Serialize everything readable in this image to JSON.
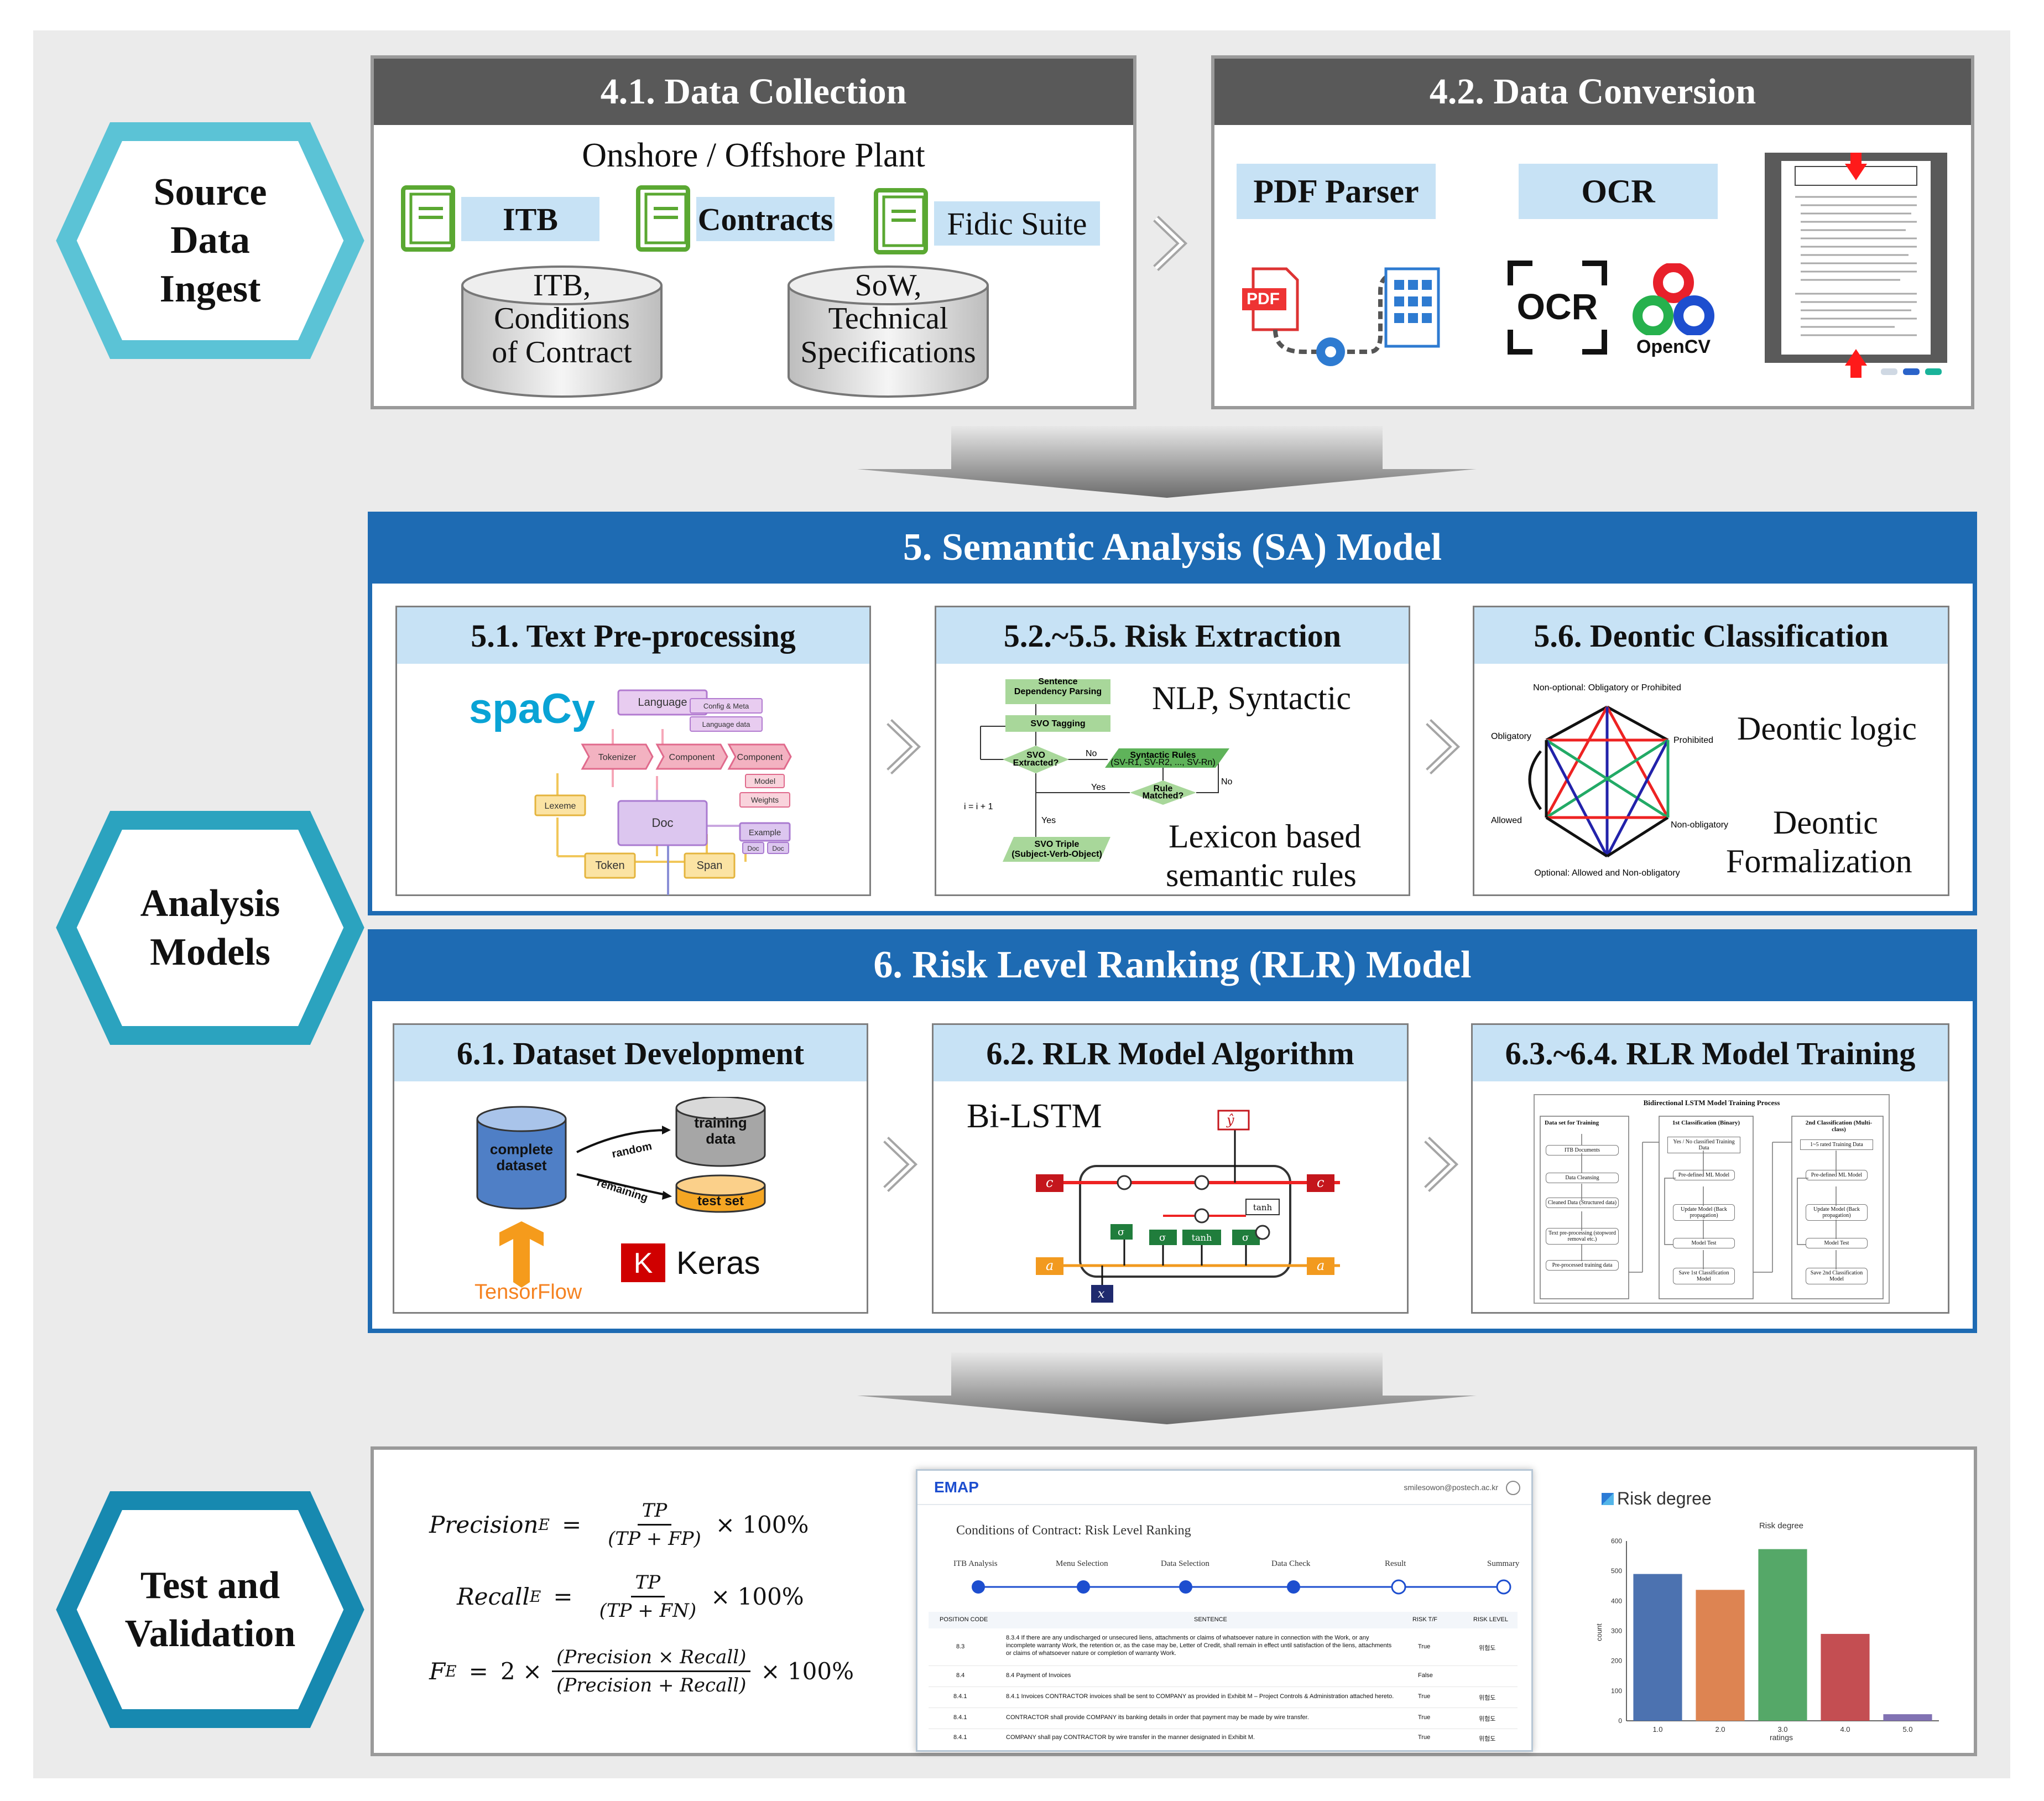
{
  "stages": [
    {
      "label": "Source\nData\nIngest",
      "color": "#5bc3d6"
    },
    {
      "label": "Analysis\nModels",
      "color": "#2ba3bf"
    },
    {
      "label": "Test and\nValidation",
      "color": "#1789b0"
    }
  ],
  "collection": {
    "title": "4.1. Data Collection",
    "subtitle": "Onshore / Offshore Plant",
    "books": [
      "ITB",
      "Contracts",
      "Fidic Suite"
    ],
    "cylinders": [
      "ITB,\nConditions\nof Contract",
      "SoW,\nTechnical\nSpecifications"
    ]
  },
  "conversion": {
    "title": "4.2. Data Conversion",
    "pdf_parser": "PDF Parser",
    "ocr": "OCR",
    "pdf_badge": "PDF",
    "ocr_logo": "OCR",
    "opencv_logo": "OpenCV"
  },
  "sa": {
    "title": "5. Semantic Analysis (SA) Model",
    "pre": {
      "title": "5.1. Text Pre-processing",
      "logo": "spaCy",
      "nodes": {
        "language": "Language",
        "config": "Config & Meta",
        "langdata": "Language data",
        "tokenizer": "Tokenizer",
        "component1": "Component",
        "component2": "Component",
        "model": "Model",
        "weights": "Weights",
        "lexeme": "Lexeme",
        "doc": "Doc",
        "example": "Example",
        "doc_a": "Doc",
        "doc_b": "Doc",
        "token": "Token",
        "span": "Span"
      }
    },
    "risk": {
      "title": "5.2.~5.5. Risk Extraction",
      "text1": "NLP, Syntactic",
      "text2": "Lexicon based",
      "text3": "semantic rules",
      "flow": {
        "dep": "Sentence\nDependency Parsing",
        "svo": "SVO Tagging",
        "extracted": "SVO\nExtracted?",
        "rules": "Syntactic Rules",
        "rules_sub": "(SV-R1, SV-R2, ..., SV-Rn)",
        "matched": "Rule\nMatched?",
        "triple": "SVO Triple\n(Subject-Verb-Object)",
        "no1": "No",
        "no2": "No",
        "yes1": "Yes",
        "yes2": "Yes",
        "loop": "i = i + 1"
      }
    },
    "deontic": {
      "title": "5.6. Deontic Classification",
      "text1": "Deontic logic",
      "text2": "Deontic",
      "text3": "Formalization",
      "nodes": {
        "top": "Non-optional: Obligatory or Prohibited",
        "obligatory": "Obligatory",
        "prohibited": "Prohibited",
        "allowed": "Allowed",
        "nonobligatory": "Non-obligatory",
        "bottom": "Optional: Allowed and Non-obligatory"
      }
    }
  },
  "rlr": {
    "title": "6. Risk Level Ranking (RLR) Model",
    "dataset": {
      "title": "6.1. Dataset Development",
      "complete": "complete\ndataset",
      "training": "training\ndata",
      "test": "test set",
      "random": "random",
      "remaining": "remaining",
      "tensorflow": "TensorFlow",
      "keras": "Keras",
      "keras_k": "K"
    },
    "algorithm": {
      "title": "6.2. RLR Model Algorithm",
      "text": "Bi-LSTM",
      "symbols": {
        "c": "c",
        "a": "a",
        "x": "x",
        "y": "ŷ",
        "tanh": "tanh",
        "sigma": "σ"
      }
    },
    "training": {
      "title": "6.3.~6.4. RLR Model Training",
      "diagram_title": "Bidirectional LSTM Model Training Process",
      "col1": {
        "head": "Data set for Training",
        "steps": [
          "ITB Documents",
          "Data Cleansing",
          "Cleaned Data (Structured data)",
          "Text pre-processing (stopword removal etc.)",
          "Pre-processed training data"
        ]
      },
      "col2": {
        "head": "1st Classification (Binary)",
        "steps": [
          "Yes / No classified Training Data",
          "Pre-defined ML Model",
          "Update Model (Back propagation)",
          "Model Test",
          "Save 1st Classification Model"
        ]
      },
      "col3": {
        "head": "2nd Classification (Multi-class)",
        "steps": [
          "1~5 rated Training Data",
          "Pre-defined ML Model",
          "Update Model (Back propagation)",
          "Model Test",
          "Save 2nd Classification Model"
        ]
      }
    }
  },
  "validation": {
    "precision": {
      "lhs": "Precision",
      "sub": "E",
      "num": "TP",
      "den": "(TP + FP)",
      "mult": "× 100%"
    },
    "recall": {
      "lhs": "Recall",
      "sub": "E",
      "num": "TP",
      "den": "(TP + FN)",
      "mult": "× 100%"
    },
    "f": {
      "lhs": "F",
      "sub": "E",
      "coef": "2 ×",
      "num": "(Precision × Recall)",
      "den": "(Precision + Recall)",
      "mult": "× 100%"
    },
    "app": {
      "logo": "EMAP",
      "user": "smilesowon@postech.ac.kr",
      "title": "Conditions of Contract: Risk Level Ranking",
      "steps": [
        "ITB Analysis",
        "Menu Selection",
        "Data Selection",
        "Data Check",
        "Result",
        "Summary"
      ],
      "columns": [
        "POSITION CODE",
        "SENTENCE",
        "RISK T/F",
        "RISK LEVEL"
      ],
      "rows": [
        [
          "8.3",
          "8.3.4 If there are any undischarged or unsecured liens, attachments or claims of whatsoever nature in connection with the Work, or any incomplete warranty Work, the retention or, as the case may be, Letter of Credit, shall remain in effect until satisfaction of the liens, attachments or claims of whatsoever nature or completion of warranty Work.",
          "True",
          "위험도"
        ],
        [
          "8.4",
          "8.4 Payment of Invoices",
          "False",
          ""
        ],
        [
          "8.4.1",
          "8.4.1 Invoices CONTRACTOR invoices shall be sent to COMPANY as provided in Exhibit M – Project Controls & Administration attached hereto.",
          "True",
          "위험도"
        ],
        [
          "8.4.1",
          "CONTRACTOR shall provide COMPANY its banking details in order that payment may be made by wire transfer.",
          "True",
          "위험도"
        ],
        [
          "8.4.1",
          "COMPANY shall pay CONTRACTOR by wire transfer in the manner designated in Exhibit M.",
          "True",
          "위험도"
        ]
      ]
    },
    "risk_chart": {
      "legend": "Risk degree",
      "chart_data": {
        "type": "bar",
        "title": "Risk degree",
        "categories": [
          "1.0",
          "2.0",
          "3.0",
          "4.0",
          "5.0"
        ],
        "values": [
          490,
          437,
          573,
          290,
          22
        ],
        "xlabel": "ratings",
        "ylabel": "count",
        "ylim": [
          0,
          600
        ],
        "yticks": [
          "0",
          "100",
          "200",
          "300",
          "400",
          "500",
          "600"
        ],
        "colors": [
          "#4c72b0",
          "#dd8452",
          "#55a868",
          "#c44e52",
          "#8172b3"
        ]
      }
    }
  }
}
